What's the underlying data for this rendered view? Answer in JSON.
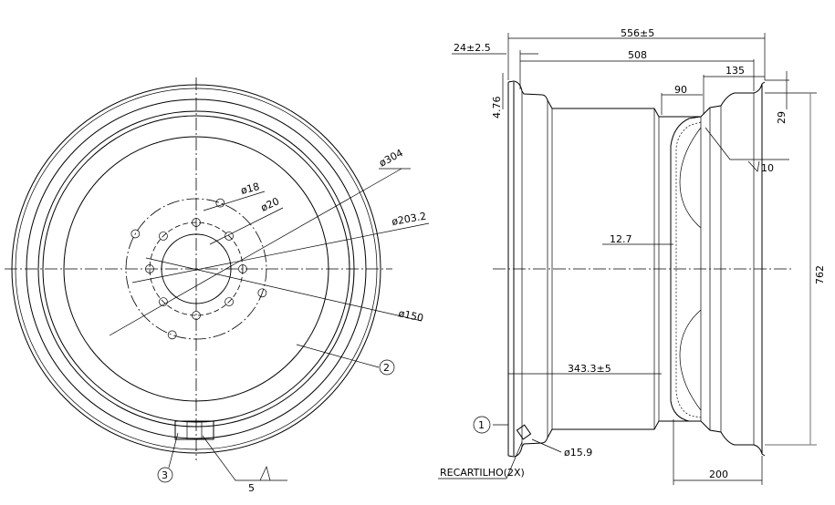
{
  "front_view": {
    "dims": {
      "d304": "ø304",
      "d18": "ø18",
      "d20": "ø20",
      "d203": "ø203.2",
      "d150": "ø150"
    },
    "balloons": {
      "b2": "2",
      "b3": "3"
    },
    "surface": "5"
  },
  "side_view": {
    "dims": {
      "overall_width": "556±5",
      "flange": "24±2.5",
      "rim_width": "508",
      "d135": "135",
      "d90": "90",
      "d476": "4.76",
      "d29": "29",
      "d10": "10",
      "d127": "12.7",
      "d762": "762",
      "offset": "343.3±5",
      "d159": "ø15.9",
      "d200": "200"
    },
    "balloons": {
      "b1": "1"
    },
    "note": "RECARTILHO(2X)"
  }
}
